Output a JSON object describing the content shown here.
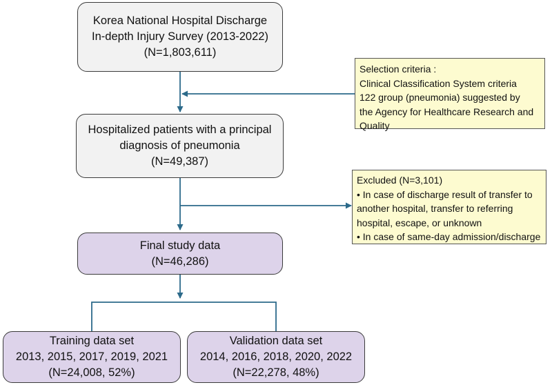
{
  "boxes": {
    "source": {
      "line1": "Korea National Hospital Discharge",
      "line2": "In-depth Injury Survey (2013-2022)",
      "line3": "(N=1,803,611)"
    },
    "pneumonia": {
      "line1": "Hospitalized patients with a principal",
      "line2": "diagnosis of pneumonia",
      "line3": "(N=49,387)"
    },
    "final": {
      "line1": "Final study data",
      "line2": "(N=46,286)"
    },
    "training": {
      "line1": "Training data set",
      "line2": "2013, 2015, 2017, 2019, 2021",
      "line3": "(N=24,008, 52%)"
    },
    "validation": {
      "line1": "Validation data set",
      "line2": "2014, 2016, 2018, 2020, 2022",
      "line3": "(N=22,278,  48%)"
    }
  },
  "selection_note": {
    "title": "Selection criteria :",
    "lines": [
      "Clinical Classification System criteria",
      "122 group (pneumonia) suggested by",
      "the Agency for Healthcare Research and",
      "Quality"
    ]
  },
  "excluded_note": {
    "title": "Excluded (N=3,101)",
    "items": [
      "In case of discharge result of transfer to another hospital, transfer to referring hospital, escape, or unknown",
      "In case of same-day admission/discharge"
    ]
  },
  "colors": {
    "connector": "#2c6a8a",
    "box_gray": "#f2f2f2",
    "box_purple": "#ddd3ea",
    "note_fill": "#fdfbd0"
  }
}
